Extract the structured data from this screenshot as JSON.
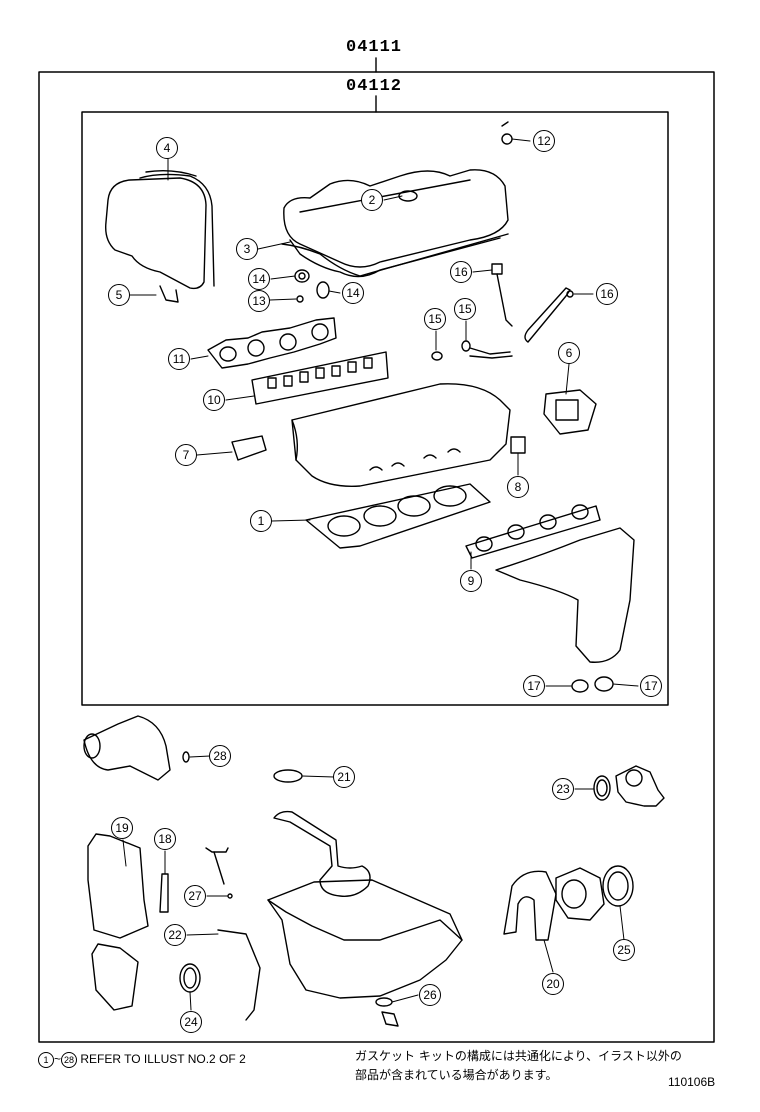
{
  "header": {
    "kit_number": "04111",
    "sub_kit_number": "04112"
  },
  "callouts": [
    "1",
    "2",
    "3",
    "4",
    "5",
    "6",
    "7",
    "8",
    "9",
    "10",
    "11",
    "12",
    "13",
    "14",
    "14",
    "15",
    "15",
    "16",
    "16",
    "17",
    "17",
    "18",
    "19",
    "20",
    "21",
    "22",
    "23",
    "24",
    "25",
    "26",
    "27",
    "28"
  ],
  "footer": {
    "ref_start": "1",
    "ref_tilde": "~",
    "ref_end": "28",
    "ref_text": "REFER TO ILLUST NO.2 OF 2",
    "jp_line1": "ガスケット キットの構成には共通化により、イラスト以外の",
    "jp_line2": "部品が含まれている場合があります。",
    "illustration_id": "110106B"
  },
  "colors": {
    "line": "#000000",
    "background": "#ffffff"
  }
}
